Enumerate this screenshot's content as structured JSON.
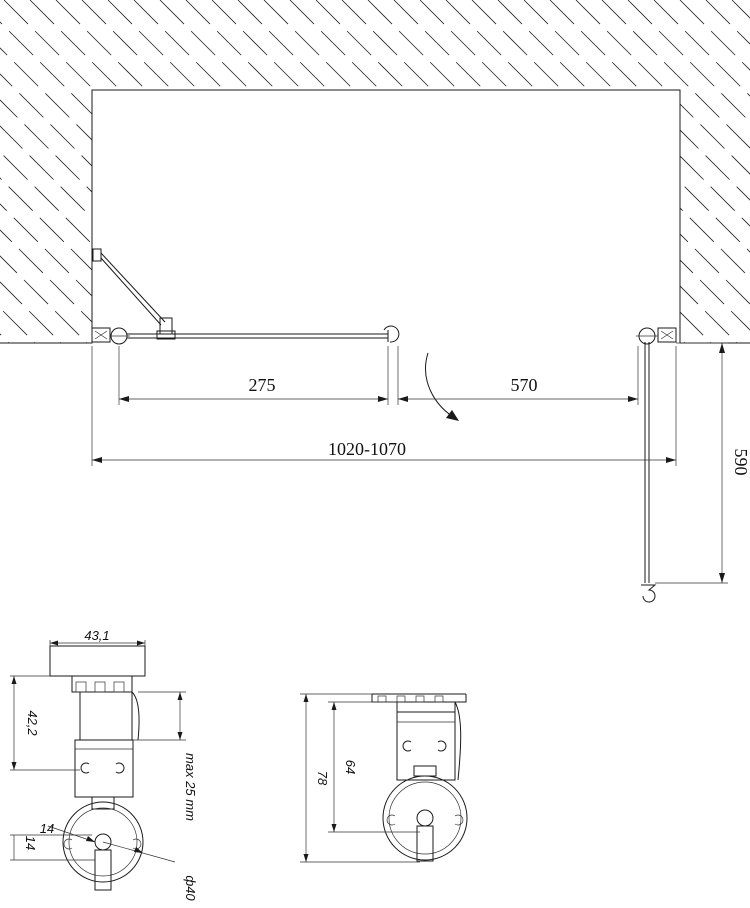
{
  "plan_view": {
    "dim_fixed_panel": "275",
    "dim_door_opening": "570",
    "dim_total_width": "1020-1070",
    "dim_door_swing": "590"
  },
  "profile_left": {
    "dim_top_width": "43,1",
    "dim_height": "42,2",
    "dim_adjust": "max 25 mm",
    "dim_small_14_a": "14",
    "dim_small_14_b": "14",
    "dim_diameter": "ф40"
  },
  "profile_right": {
    "dim_outer": "78",
    "dim_inner": "64"
  },
  "colors": {
    "line": "#1a1a1a",
    "background": "#ffffff"
  }
}
